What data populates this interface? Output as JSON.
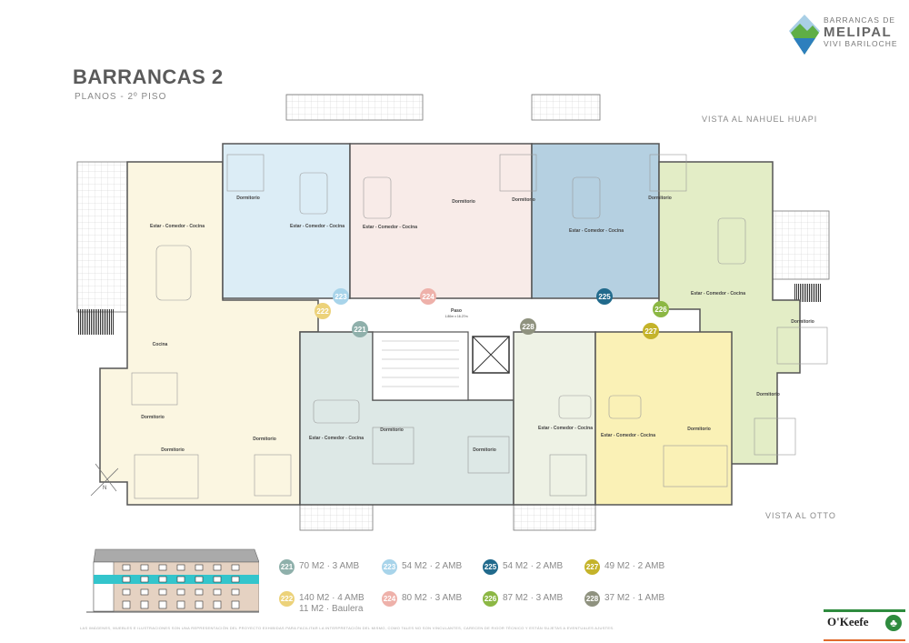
{
  "header": {
    "title": "BARRANCAS 2",
    "subtitle": "PLANOS - 2º PISO"
  },
  "logo": {
    "line1": "BARRANCAS DE",
    "line2": "MELIPAL",
    "line3": "VIVI BARILOCHE"
  },
  "views": {
    "top": "VISTA AL NAHUEL HUAPI",
    "bottom": "VISTA AL OTTO"
  },
  "rooms": {
    "living": "Estar - Comedor - Cocina",
    "bedroom": "Dormitorio",
    "kitchen": "Cocina",
    "hall": "Paso",
    "hall_dims": "1.80m x 16.27m"
  },
  "units": [
    {
      "id": "221",
      "color": "#8fb0ab",
      "fill": "#dde8e6",
      "area": "70 M2 · 3 AMB"
    },
    {
      "id": "222",
      "color": "#ecd27a",
      "fill": "#fbf6e1",
      "area": "140 M2 · 4 AMB",
      "extra": "11 M2 · Baulera"
    },
    {
      "id": "223",
      "color": "#a8d4ea",
      "fill": "#dcedf6",
      "area": "54 M2 · 2 AMB"
    },
    {
      "id": "224",
      "color": "#eeb1aa",
      "fill": "#f8ebe8",
      "area": "80 M2 · 3 AMB"
    },
    {
      "id": "225",
      "color": "#216a8c",
      "fill": "#b5d0e1",
      "area": "54 M2 · 2 AMB"
    },
    {
      "id": "226",
      "color": "#8cb744",
      "fill": "#e3edc6",
      "area": "87 M2 · 3 AMB"
    },
    {
      "id": "227",
      "color": "#c4b32a",
      "fill": "#faf1b6",
      "area": "49 M2 · 2 AMB"
    },
    {
      "id": "228",
      "color": "#8f927f",
      "fill": "#eef2e5",
      "area": "37 M2 · 1 AMB"
    }
  ],
  "footer": {
    "disclaimer": "LAS IMÁGENES, MUEBLES E ILUSTRACIONES SON UNA REPRESENTACIÓN DEL PROYECTO EXHIBIDAS PARA FACILITAR LA INTERPRETACIÓN DEL MISMO, COMO TALES NO SON VINCULANTES, CARECEN DE RIGOR TÉCNICO Y ESTÁN SUJETAS A EVENTUALES AJUSTES.",
    "brand": "O'Keefe"
  }
}
